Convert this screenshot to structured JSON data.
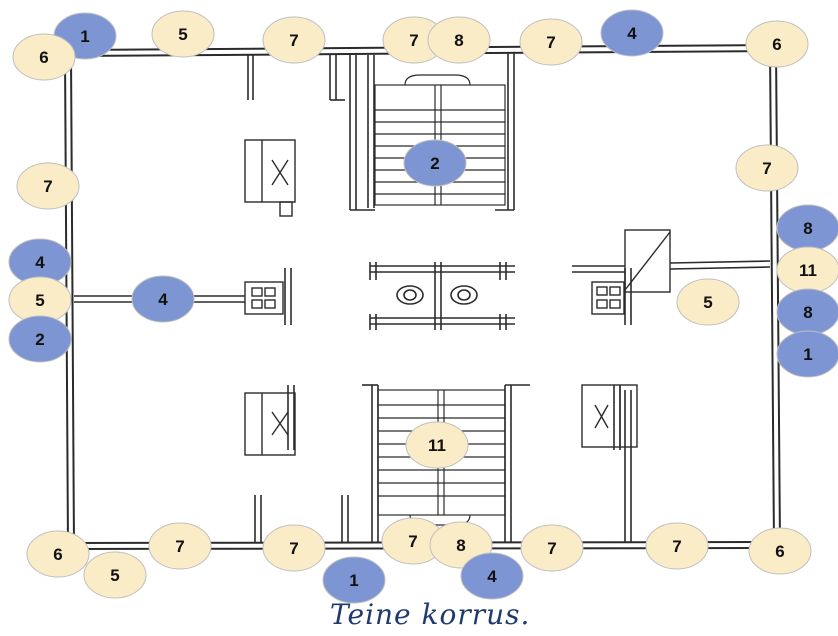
{
  "caption": "Teine korrus.",
  "colors": {
    "yellow": "#fbecc8",
    "blue": "#7e95d4",
    "stroke": "#3a3a3a",
    "wall": "#2b2b2b"
  },
  "markers": [
    {
      "label": "1",
      "color": "blue"
    },
    {
      "label": "6",
      "color": "yellow"
    },
    {
      "label": "5",
      "color": "yellow"
    },
    {
      "label": "7",
      "color": "yellow"
    },
    {
      "label": "7",
      "color": "yellow"
    },
    {
      "label": "8",
      "color": "yellow"
    },
    {
      "label": "7",
      "color": "yellow"
    },
    {
      "label": "4",
      "color": "blue"
    },
    {
      "label": "6",
      "color": "yellow"
    },
    {
      "label": "7",
      "color": "yellow"
    },
    {
      "label": "7",
      "color": "yellow"
    },
    {
      "label": "8",
      "color": "blue"
    },
    {
      "label": "4",
      "color": "blue"
    },
    {
      "label": "5",
      "color": "yellow"
    },
    {
      "label": "2",
      "color": "blue"
    },
    {
      "label": "11",
      "color": "yellow"
    },
    {
      "label": "8",
      "color": "blue"
    },
    {
      "label": "1",
      "color": "blue"
    },
    {
      "label": "4",
      "color": "blue"
    },
    {
      "label": "5",
      "color": "yellow"
    },
    {
      "label": "2",
      "color": "blue"
    },
    {
      "label": "11",
      "color": "yellow"
    },
    {
      "label": "6",
      "color": "yellow"
    },
    {
      "label": "5",
      "color": "yellow"
    },
    {
      "label": "7",
      "color": "yellow"
    },
    {
      "label": "7",
      "color": "yellow"
    },
    {
      "label": "7",
      "color": "yellow"
    },
    {
      "label": "8",
      "color": "yellow"
    },
    {
      "label": "1",
      "color": "blue"
    },
    {
      "label": "4",
      "color": "blue"
    },
    {
      "label": "7",
      "color": "yellow"
    },
    {
      "label": "7",
      "color": "yellow"
    },
    {
      "label": "6",
      "color": "yellow"
    }
  ]
}
